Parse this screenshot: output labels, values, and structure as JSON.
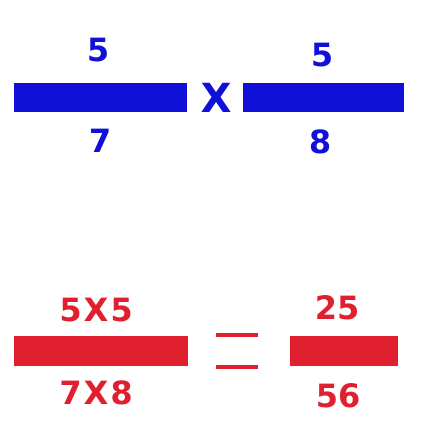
{
  "colors": {
    "top_expression": "#1010d8",
    "bottom_expression": "#e0202e"
  },
  "top_expression": {
    "left_fraction": {
      "numerator": "5",
      "denominator": "7"
    },
    "operator": "X",
    "right_fraction": {
      "numerator": "5",
      "denominator": "8"
    }
  },
  "bottom_expression": {
    "left_fraction": {
      "numerator": "5X5",
      "denominator": "7X8"
    },
    "operator": "equals",
    "right_fraction": {
      "numerator": "25",
      "denominator": "56"
    }
  }
}
